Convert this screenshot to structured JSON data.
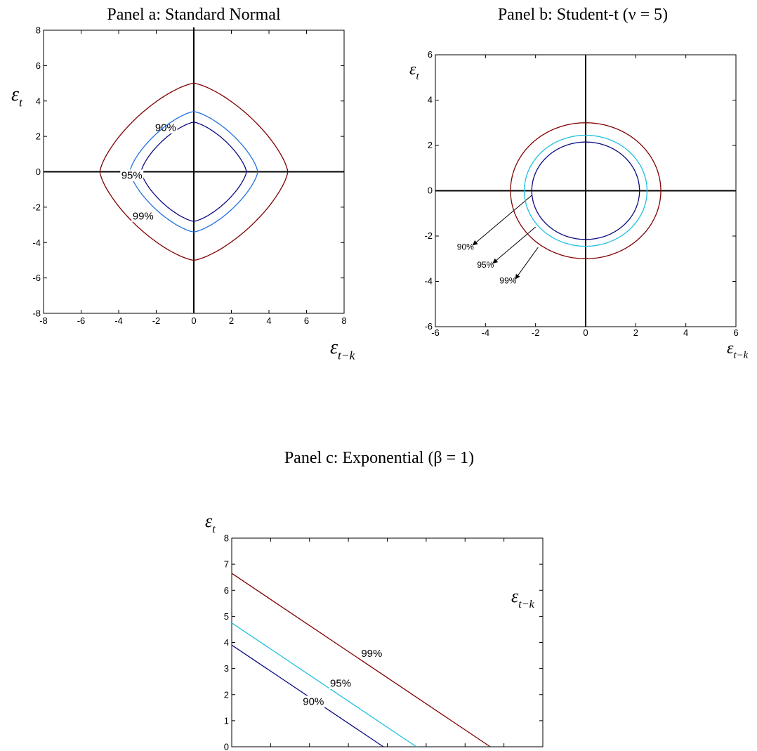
{
  "chart_data": [
    {
      "type": "contour",
      "title": "Panel a: Standard Normal",
      "xlabel": {
        "main": "ε",
        "sub": "t−k"
      },
      "ylabel": {
        "main": "ε",
        "sub": "t"
      },
      "xlim": [
        -8,
        8
      ],
      "ylim": [
        -8,
        8
      ],
      "xticks": [
        -8,
        -6,
        -4,
        -2,
        0,
        2,
        4,
        6,
        8
      ],
      "yticks": [
        -8,
        -6,
        -4,
        -2,
        0,
        2,
        4,
        6,
        8
      ],
      "grid": false,
      "zero_axes": true,
      "contours": [
        {
          "name": "90%",
          "color": "#0a0a80",
          "radius": 2.8,
          "shape_exponent": 1.4,
          "label_at": [
            -1.5,
            2.3
          ]
        },
        {
          "name": "95%",
          "color": "#2070e0",
          "radius": 3.4,
          "shape_exponent": 1.4,
          "label_at": [
            -3.3,
            -0.4
          ]
        },
        {
          "name": "99%",
          "color": "#800000",
          "radius": 5.0,
          "shape_exponent": 1.4,
          "label_at": [
            -2.7,
            -2.7
          ]
        }
      ]
    },
    {
      "type": "contour",
      "title": "Panel b: Student-t (ν = 5)",
      "xlabel": {
        "main": "ε",
        "sub": "t−k"
      },
      "ylabel": {
        "main": "ε",
        "sub": "t"
      },
      "xlim": [
        -6,
        6
      ],
      "ylim": [
        -6,
        6
      ],
      "xticks": [
        -6,
        -4,
        -2,
        0,
        2,
        4,
        6
      ],
      "yticks": [
        -6,
        -4,
        -2,
        0,
        2,
        4,
        6
      ],
      "grid": false,
      "zero_axes": true,
      "contours": [
        {
          "name": "90%",
          "color": "#0a0a80",
          "radius": 2.15,
          "shape_exponent": 2,
          "label_at": [
            -4.8,
            -2.6
          ],
          "arrow_to": [
            -2.15,
            -0.2
          ]
        },
        {
          "name": "95%",
          "color": "#20c0e0",
          "radius": 2.45,
          "shape_exponent": 2,
          "label_at": [
            -4.0,
            -3.4
          ],
          "arrow_to": [
            -2.0,
            -1.6
          ]
        },
        {
          "name": "99%",
          "color": "#800000",
          "radius": 3.0,
          "shape_exponent": 2,
          "label_at": [
            -3.1,
            -4.1
          ],
          "arrow_to": [
            -1.9,
            -2.5
          ]
        }
      ]
    },
    {
      "type": "contour",
      "title": "Panel c: Exponential (β = 1)",
      "xlabel": {
        "main": "ε",
        "sub": "t−k"
      },
      "ylabel": {
        "main": "ε",
        "sub": "t"
      },
      "xlim": [
        0,
        8
      ],
      "ylim": [
        0,
        8
      ],
      "xticks": [
        0,
        1,
        2,
        3,
        4,
        5,
        6,
        7,
        8
      ],
      "yticks": [
        0,
        1,
        2,
        3,
        4,
        5,
        6,
        7,
        8
      ],
      "grid": false,
      "zero_axes": false,
      "contours": [
        {
          "name": "90%",
          "color": "#0a0a80",
          "sum": 3.9,
          "label_at": [
            2.1,
            1.6
          ]
        },
        {
          "name": "95%",
          "color": "#20c0e0",
          "sum": 4.75,
          "label_at": [
            2.8,
            2.3
          ]
        },
        {
          "name": "99%",
          "color": "#800000",
          "sum": 6.65,
          "label_at": [
            3.6,
            3.45
          ]
        }
      ]
    }
  ]
}
